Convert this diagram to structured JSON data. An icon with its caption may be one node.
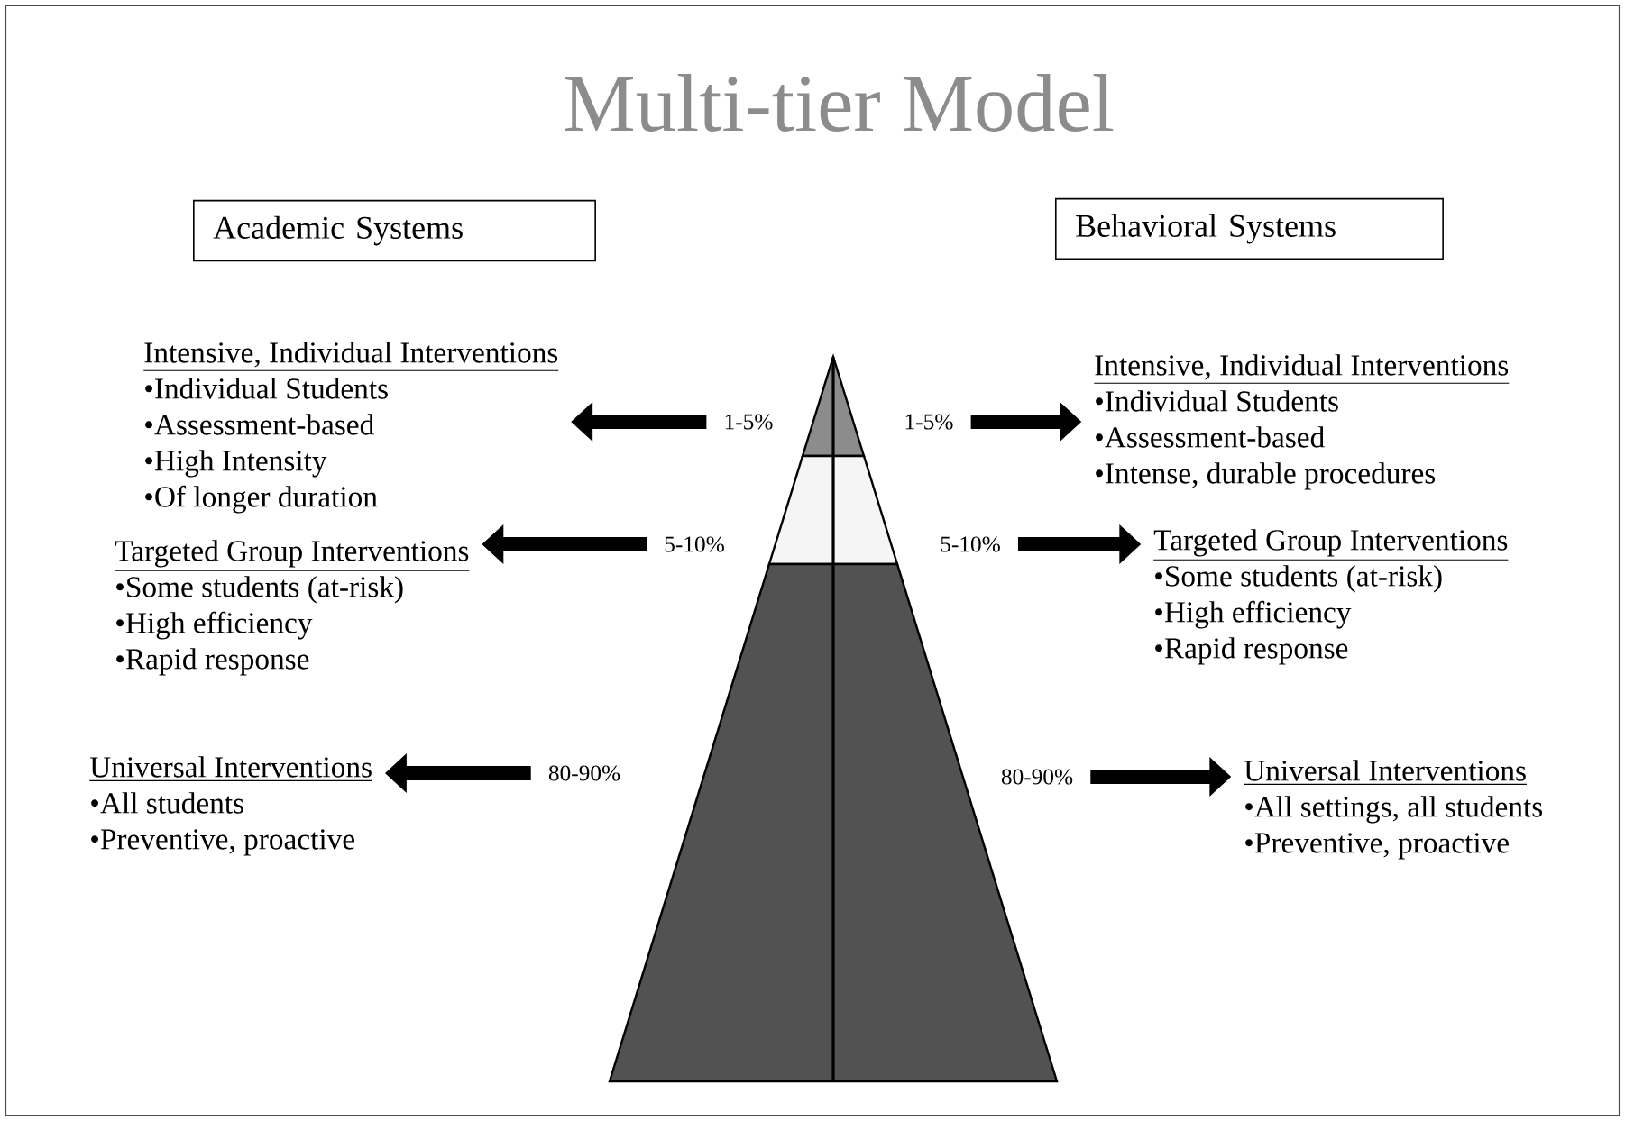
{
  "diagram": {
    "title": "Multi-tier Model",
    "nodes": [
      {
        "text": [
          "Academic Systems"
        ]
      },
      {
        "text": [
          "Behavioral Systems"
        ]
      },
      {
        "text": [
          "Intensive, Individual Interventions",
          "•Individual Students",
          "•Assessment-based",
          "•High Intensity",
          "•Of longer duration"
        ]
      },
      {
        "text": [
          "Targeted Group Interventions",
          "•Some students (at-risk)",
          "•High efficiency",
          "•Rapid response"
        ]
      },
      {
        "text": [
          "Universal Interventions",
          "•All students",
          "•Preventive, proactive"
        ]
      },
      {
        "text": [
          "Intensive, Individual Interventions",
          "•Individual Students",
          "•Assessment-based",
          "•Intense, durable procedures"
        ]
      },
      {
        "text": [
          "Targeted Group Interventions",
          "•Some students (at-risk)",
          "•High efficiency",
          "•Rapid response"
        ]
      },
      {
        "text": [
          "Universal Interventions",
          "•All settings, all students",
          "•Preventive, proactive"
        ]
      },
      {
        "text": [
          "1-5%"
        ]
      },
      {
        "text": [
          "5-10%"
        ]
      },
      {
        "text": [
          "80-90%"
        ]
      },
      {
        "text": [
          "1-5%"
        ]
      },
      {
        "text": [
          "5-10%"
        ]
      },
      {
        "text": [
          "80-90%"
        ]
      }
    ],
    "edges": [
      {
        "from": 8,
        "to": 2,
        "arrow": "to"
      },
      {
        "from": 9,
        "to": 3,
        "arrow": "to"
      },
      {
        "from": 10,
        "to": 4,
        "arrow": "to"
      },
      {
        "from": 11,
        "to": 5,
        "arrow": "to"
      },
      {
        "from": 12,
        "to": 6,
        "arrow": "to"
      },
      {
        "from": 13,
        "to": 7,
        "arrow": "to"
      }
    ]
  }
}
